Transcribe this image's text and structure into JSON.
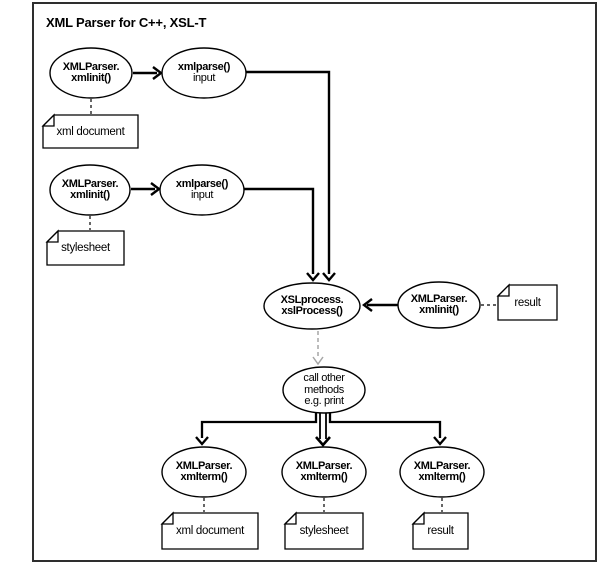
{
  "title": "XML Parser for C++, XSL-T",
  "colors": {
    "line": "#000000",
    "border": "#2e2e2e",
    "muted_arrow": "#a6a6a6",
    "background": "#ffffff"
  },
  "nodes": {
    "init_doc": {
      "line1": "XMLParser.",
      "line2": "xmlinit()"
    },
    "parse_doc": {
      "line1": "xmlparse()",
      "line2": "input"
    },
    "init_style": {
      "line1": "XMLParser.",
      "line2": "xmlinit()"
    },
    "parse_style": {
      "line1": "xmlparse()",
      "line2": "input"
    },
    "xsl_process": {
      "line1": "XSLprocess.",
      "line2": "xslProcess()"
    },
    "init_result": {
      "line1": "XMLParser.",
      "line2": "xmlinit()"
    },
    "call_other": {
      "line1": "call other",
      "line2": "methods",
      "line3": "e.g. print"
    },
    "term_doc": {
      "line1": "XMLParser.",
      "line2": "xmlterm()"
    },
    "term_style": {
      "line1": "XMLParser.",
      "line2": "xmlterm()"
    },
    "term_result": {
      "line1": "XMLParser.",
      "line2": "xmlterm()"
    }
  },
  "documents": {
    "xml_document_top": "xml document",
    "stylesheet_top": "stylesheet",
    "result_top": "result",
    "xml_document_bottom": "xml document",
    "stylesheet_bottom": "stylesheet",
    "result_bottom": "result"
  }
}
